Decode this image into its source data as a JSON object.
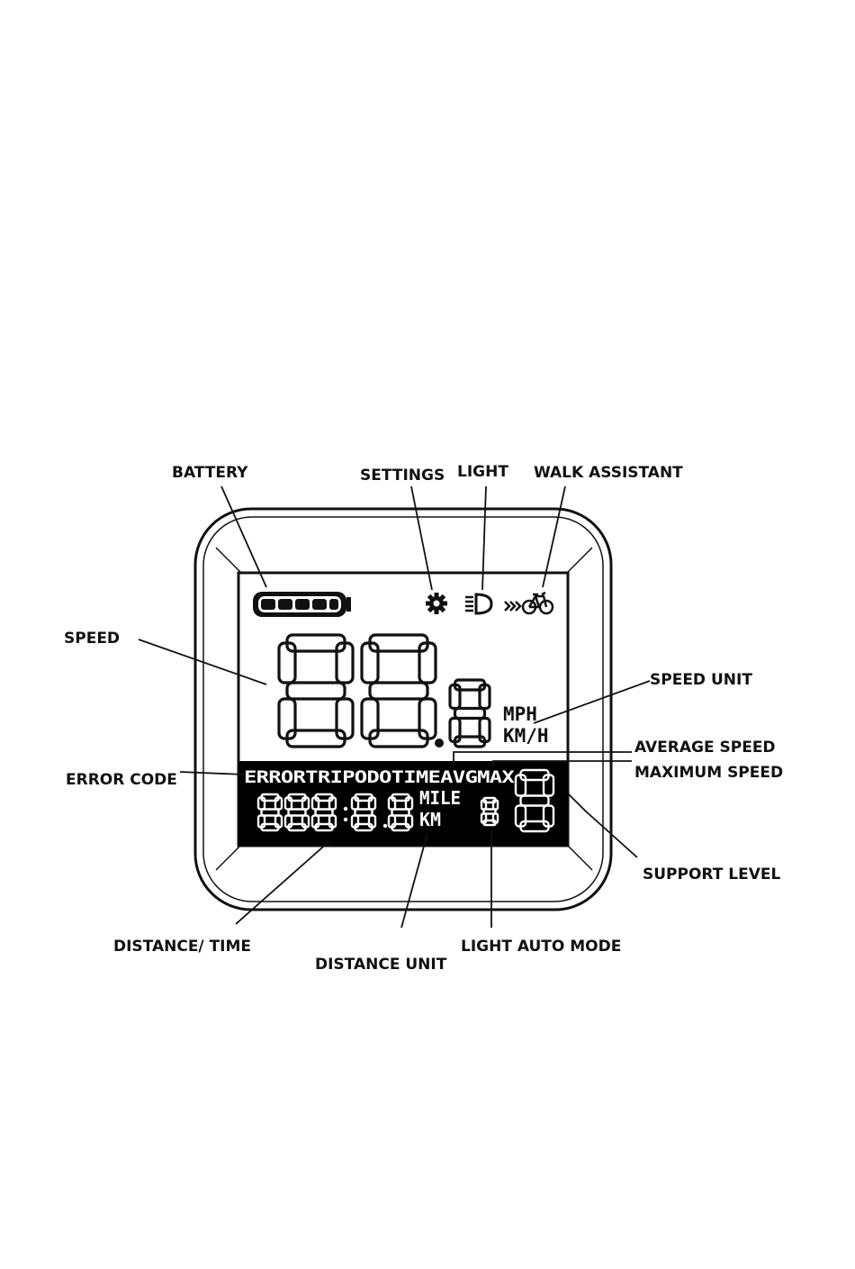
{
  "labels": {
    "battery": "BATTERY",
    "settings": "SETTINGS",
    "light": "LIGHT",
    "walk_assistant": "WALK ASSISTANT",
    "speed": "SPEED",
    "speed_unit": "SPEED UNIT",
    "average_speed": "AVERAGE SPEED",
    "maximum_speed": "MAXIMUM SPEED",
    "error_code": "ERROR CODE",
    "support_level": "SUPPORT LEVEL",
    "distance_time": "DISTANCE/ TIME",
    "distance_unit": "DISTANCE UNIT",
    "light_auto_mode": "LIGHT AUTO MODE"
  },
  "display": {
    "modes": "ERRORTRIPODOTIMEAVGMAX",
    "speed_unit_mph": "MPH",
    "speed_unit_kmh": "KM/H",
    "distance_unit_mile": "MILE",
    "distance_unit_km": "KM"
  },
  "icons": {
    "battery": "battery-icon",
    "settings": "gear-icon",
    "light": "headlight-icon",
    "walk_assistant": "walk-assist-bike-icon"
  },
  "colors": {
    "ink": "#111111",
    "lcd_dark": "#000000",
    "paper": "#ffffff"
  }
}
